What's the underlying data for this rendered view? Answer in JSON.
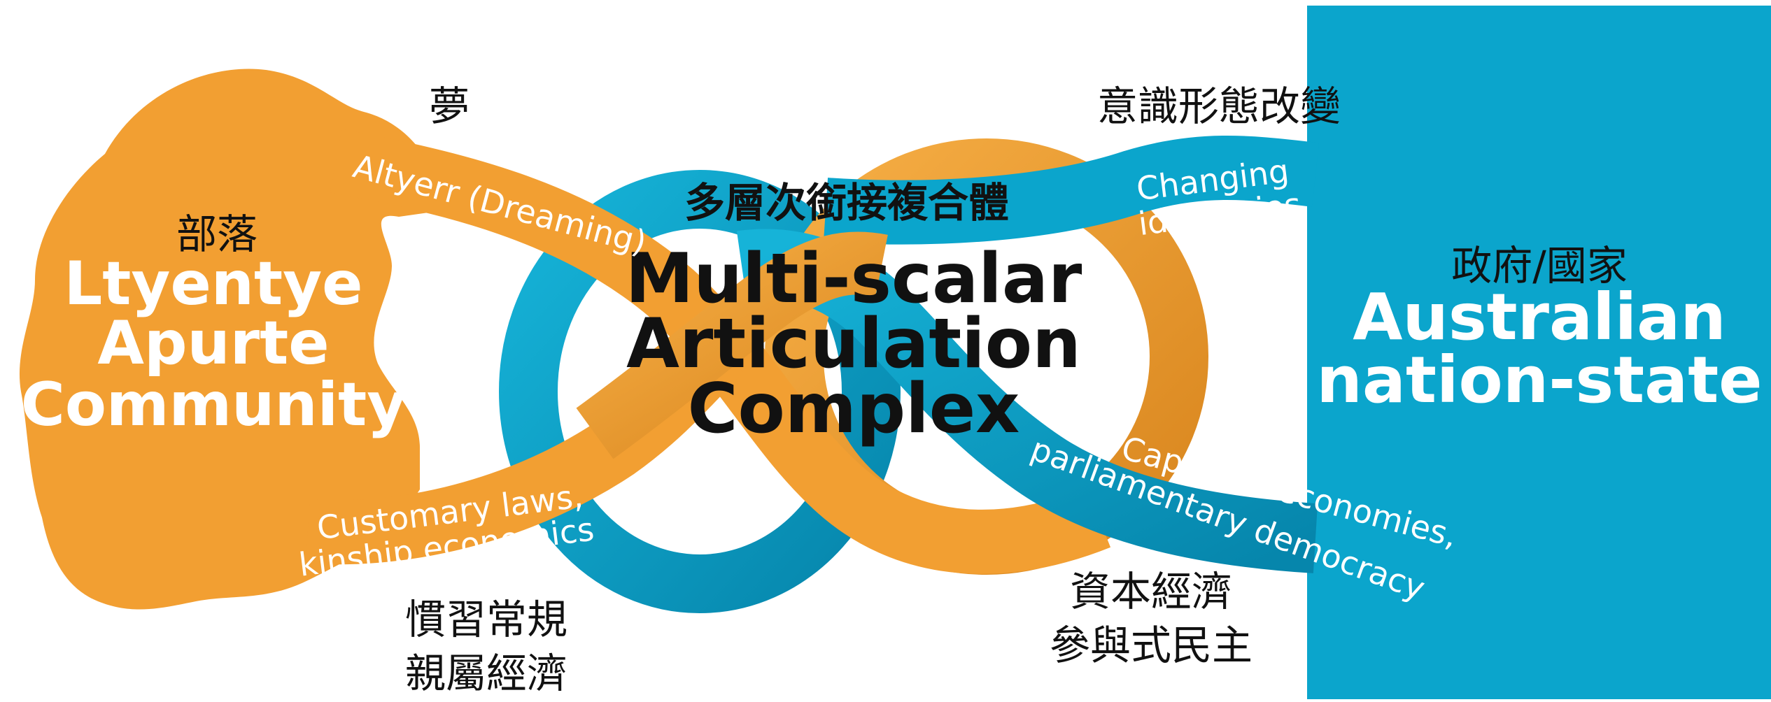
{
  "colors": {
    "orange": "#F29F32",
    "blue": "#0BA5CC",
    "text_dark": "#111111",
    "text_light": "#ffffff"
  },
  "community": {
    "zh": "部落",
    "name_lines": [
      "Ltyentye",
      "Apurte",
      "Community"
    ]
  },
  "state": {
    "zh": "政府/國家",
    "name_lines": [
      "Australian",
      "nation-state"
    ]
  },
  "center": {
    "zh": "多層次銜接複合體",
    "title_lines": [
      "Multi-scalar",
      "Articulation",
      "Complex"
    ]
  },
  "links": {
    "dreaming": {
      "zh": "夢",
      "label": "Altyerr (Dreaming)"
    },
    "customary": {
      "zh_lines": [
        "慣習常規",
        "親屬經濟"
      ],
      "label_lines": [
        "Customary laws,",
        "kinship economics"
      ]
    },
    "ideologies": {
      "zh": "意識形態改變",
      "label_lines": [
        "Changing",
        "ideologies"
      ]
    },
    "capitalist": {
      "zh_lines": [
        "資本經濟",
        "參與式民主"
      ],
      "label_lines": [
        "Capitalist economies,",
        "parliamentary democracy"
      ]
    }
  }
}
